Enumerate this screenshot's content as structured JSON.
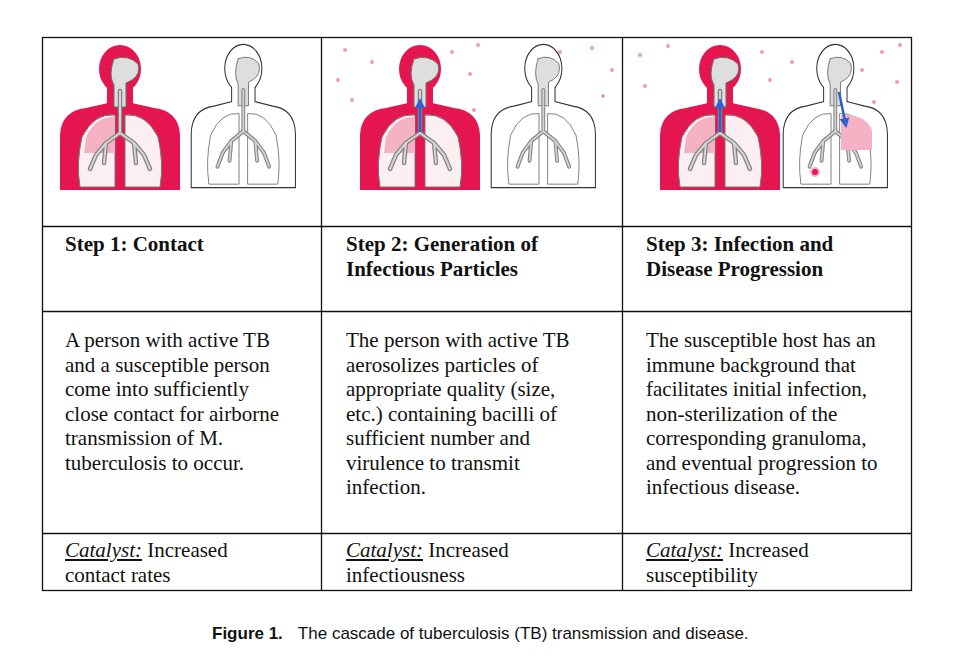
{
  "diagram": {
    "caption": "The cascade of tuberculosis (TB) transmission and disease.",
    "labels": [
      "Step 1: Contact",
      "Step 2: Generation of Infectious Particles",
      "Step 3: Infection and Disease Progression",
      "A person with active TB and a susceptible person come into sufficiently close contact for airborne transmission of M. tuberculosis to occur.",
      "The person with active TB aerosolizes particles of appropriate quality (size, etc.) containing bacilli of sufficient number and virulence to transmit infection.",
      "The susceptible host has an immune background that facilitates initial infection, non-sterilization of the corresponding granuloma, and eventual progression to infectious disease.",
      "Catalyst:",
      "Increased contact rates",
      "Catalyst:",
      "Increased infectiousness",
      "Catalyst:",
      "Increased susceptibility",
      "Figure 1."
    ]
  }
}
